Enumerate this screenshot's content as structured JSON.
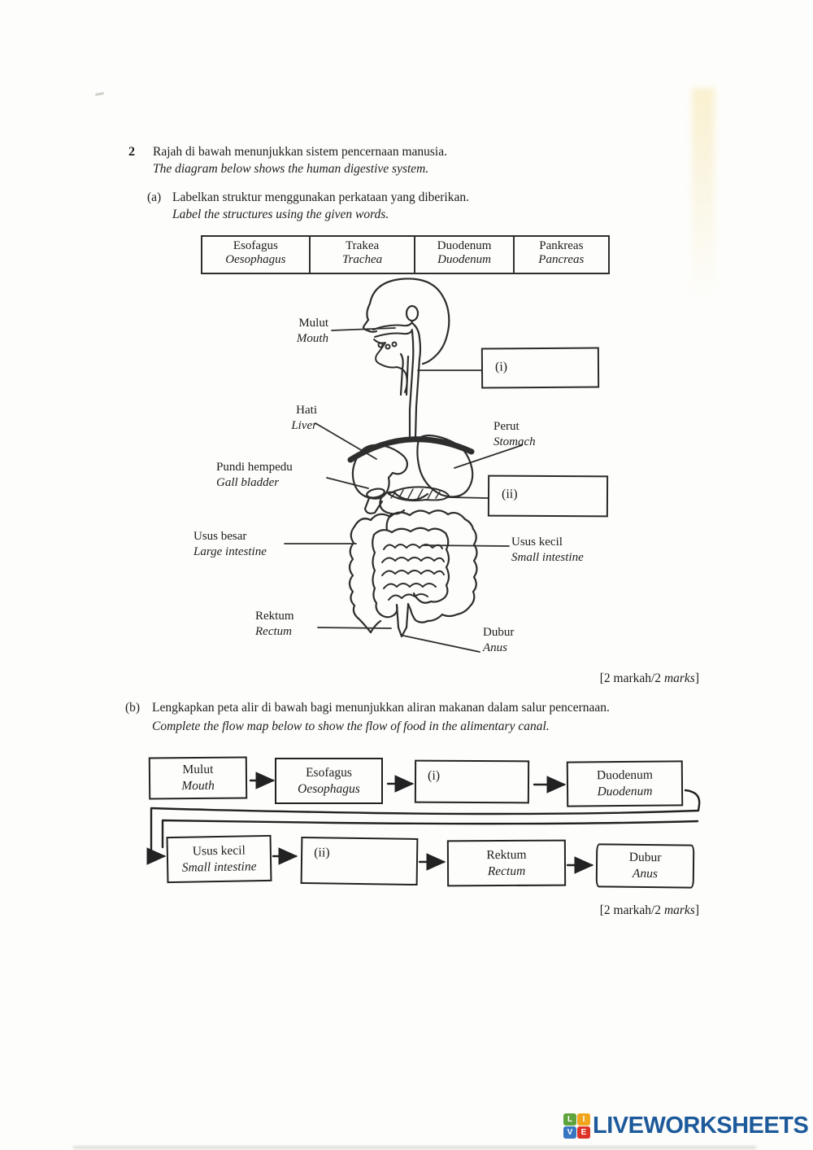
{
  "question": {
    "number": "2",
    "intro_ms": "Rajah di bawah menunjukkan sistem pencernaan manusia.",
    "intro_en": "The diagram below shows the human digestive system.",
    "part_a": {
      "label": "(a)",
      "ms": "Labelkan struktur menggunakan perkataan yang diberikan.",
      "en": "Label the structures using the given words.",
      "marks": {
        "pre": "[2 markah/2 ",
        "italic": "marks",
        "post": "]"
      }
    },
    "part_b": {
      "label": "(b)",
      "ms": "Lengkapkan peta alir di bawah bagi menunjukkan aliran makanan dalam salur pencernaan.",
      "en": "Complete the flow map below to show the flow of food in the alimentary canal.",
      "marks": {
        "pre": "[2 markah/2 ",
        "italic": "marks",
        "post": "]"
      }
    }
  },
  "word_bank": {
    "items": [
      {
        "ms": "Esofagus",
        "en": "Oesophagus"
      },
      {
        "ms": "Trakea",
        "en": "Trachea"
      },
      {
        "ms": "Duodenum",
        "en": "Duodenum"
      },
      {
        "ms": "Pankreas",
        "en": "Pancreas"
      }
    ]
  },
  "diagram": {
    "labels": {
      "mulut": {
        "ms": "Mulut",
        "en": "Mouth"
      },
      "hati": {
        "ms": "Hati",
        "en": "Liver"
      },
      "perut": {
        "ms": "Perut",
        "en": "Stomach"
      },
      "pundi": {
        "ms": "Pundi hempedu",
        "en": "Gall bladder"
      },
      "usus_besar": {
        "ms": "Usus besar",
        "en": "Large intestine"
      },
      "usus_kecil": {
        "ms": "Usus kecil",
        "en": "Small intestine"
      },
      "rektum": {
        "ms": "Rektum",
        "en": "Rectum"
      },
      "dubur": {
        "ms": "Dubur",
        "en": "Anus"
      }
    },
    "answer_boxes": {
      "i": "(i)",
      "ii": "(ii)"
    }
  },
  "flow_map": {
    "row1": [
      {
        "ms": "Mulut",
        "en": "Mouth"
      },
      {
        "ms": "Esofagus",
        "en": "Oesophagus"
      },
      {
        "label": "(i)"
      },
      {
        "ms": "Duodenum",
        "en": "Duodenum"
      }
    ],
    "row2": [
      {
        "ms": "Usus kecil",
        "en": "Small intestine"
      },
      {
        "label": "(ii)"
      },
      {
        "ms": "Rektum",
        "en": "Rectum"
      },
      {
        "ms": "Dubur",
        "en": "Anus"
      }
    ]
  },
  "footer": {
    "brand": "LIVEWORKSHEETS",
    "brand_color": "#1d5a9b",
    "icon": {
      "letters": [
        "L",
        "I",
        "V",
        "E"
      ],
      "colors": [
        "#5fa33c",
        "#f0a51e",
        "#3876c2",
        "#dd3226"
      ]
    }
  }
}
